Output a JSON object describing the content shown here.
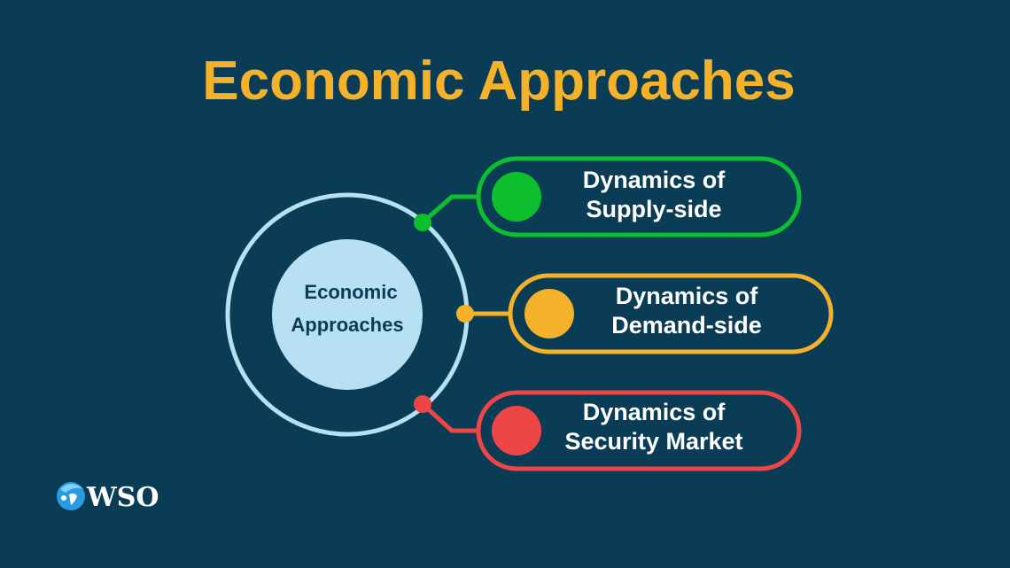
{
  "title": "Economic Approaches",
  "center": {
    "line1": "Economic",
    "line2": "Approaches"
  },
  "items": [
    {
      "line1": "Dynamics of",
      "line2": "Supply-side",
      "color": "#0dbf2f"
    },
    {
      "line1": "Dynamics of",
      "line2": "Demand-side",
      "color": "#f4b12a"
    },
    {
      "line1": "Dynamics of",
      "line2": "Security Market",
      "color": "#ee4545"
    }
  ],
  "logo": {
    "text": "WSO"
  },
  "colors": {
    "background": "#0b3c56",
    "ring": "#b8e0f3"
  }
}
